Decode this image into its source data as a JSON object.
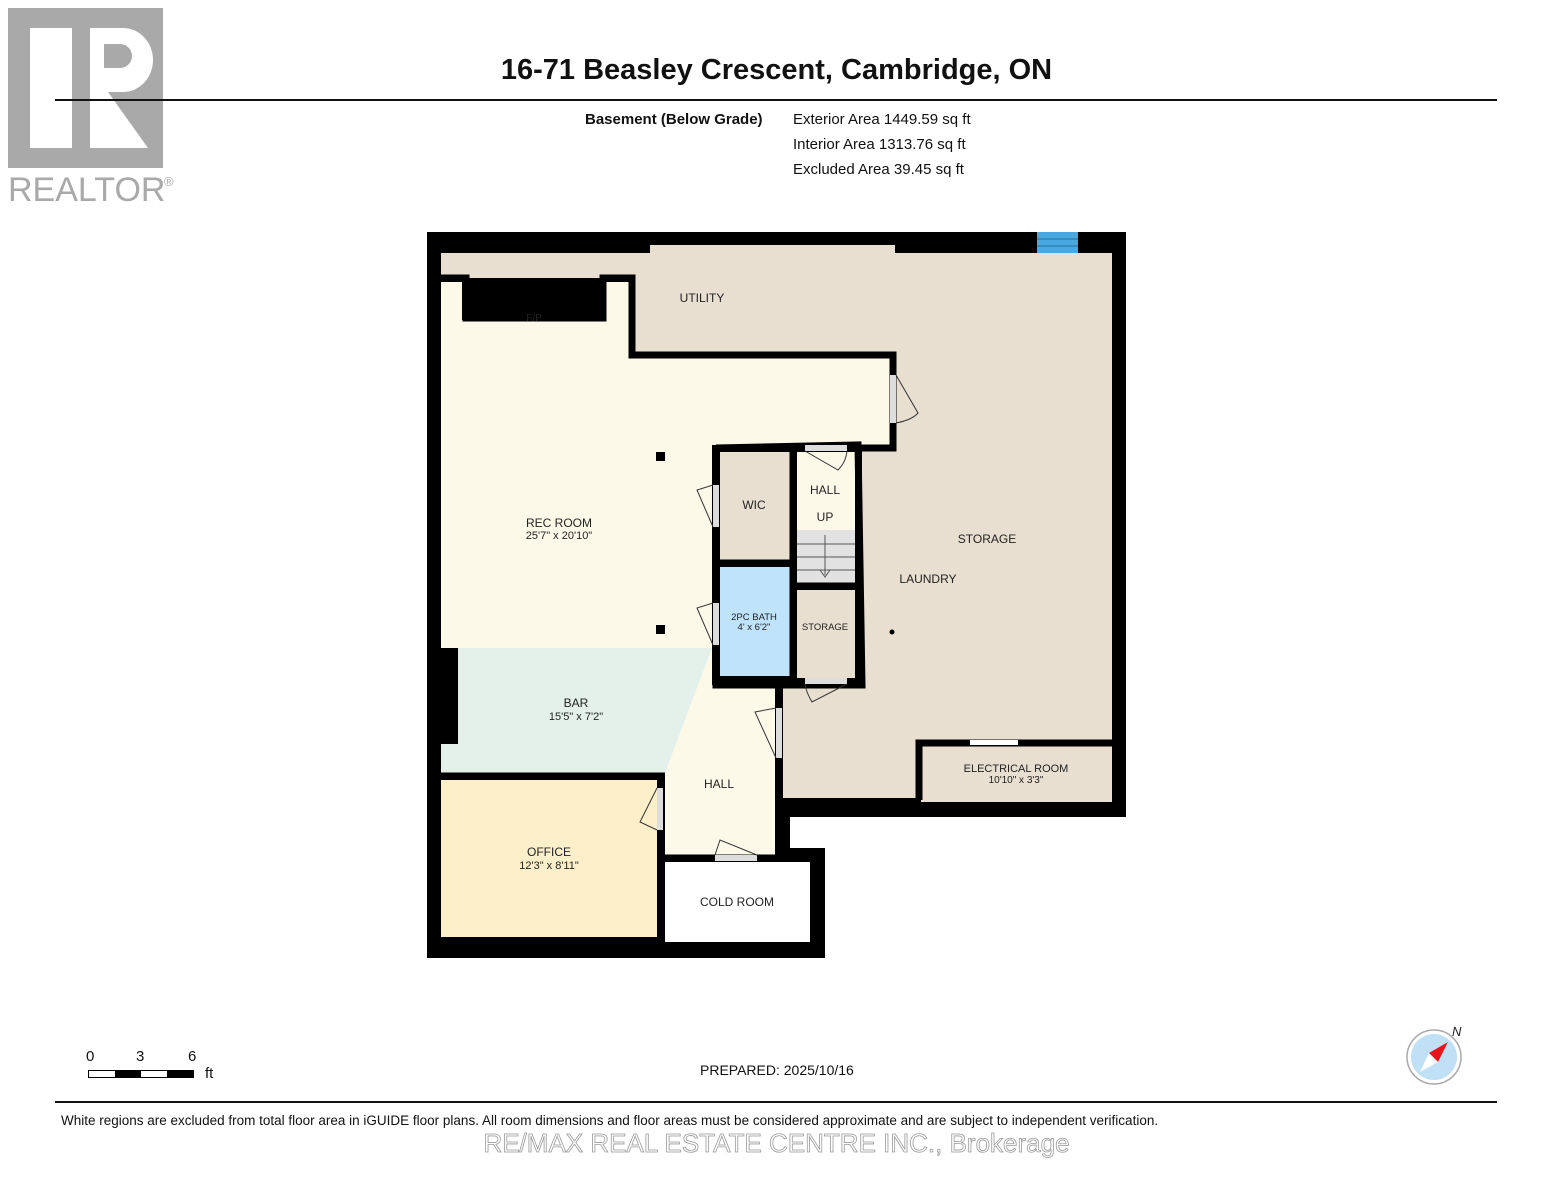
{
  "logo": {
    "text": "REALTOR",
    "registered": "®"
  },
  "header": {
    "title": "16-71 Beasley Crescent, Cambridge, ON"
  },
  "floor": {
    "label": "Basement (Below Grade)",
    "exterior_area": "Exterior Area 1449.59 sq ft",
    "interior_area": "Interior Area 1313.76 sq ft",
    "excluded_area": "Excluded Area 39.45 sq ft"
  },
  "rooms": {
    "utility": {
      "name": "UTILITY"
    },
    "fp": {
      "name": "F/P"
    },
    "rec_room": {
      "name": "REC ROOM",
      "dims": "25'7\" x 20'10\""
    },
    "wic": {
      "name": "WIC"
    },
    "hall_upper": {
      "name": "HALL"
    },
    "up": {
      "name": "UP"
    },
    "storage_main": {
      "name": "STORAGE"
    },
    "laundry": {
      "name": "LAUNDRY"
    },
    "bath": {
      "name": "2PC BATH",
      "dims": "4' x 6'2\""
    },
    "storage_small": {
      "name": "STORAGE"
    },
    "bar": {
      "name": "BAR",
      "dims": "15'5\" x 7'2\""
    },
    "hall_lower": {
      "name": "HALL"
    },
    "electrical": {
      "name": "ELECTRICAL ROOM",
      "dims": "10'10\" x 3'3\""
    },
    "office": {
      "name": "OFFICE",
      "dims": "12'3\" x 8'11\""
    },
    "cold_room": {
      "name": "COLD ROOM"
    }
  },
  "colors": {
    "wall": "#000000",
    "beige": "#e8dfd0",
    "cream": "#fdf9e8",
    "bar": "#e4f1ea",
    "office": "#fcefc9",
    "bath": "#bfe3fb",
    "window": "#4aa8e0",
    "stairs": "#e2e2e2"
  },
  "scale": {
    "ticks": [
      "0",
      "3",
      "6"
    ],
    "unit": "ft"
  },
  "compass": {
    "label": "N"
  },
  "footer": {
    "prepared": "PREPARED: 2025/10/16",
    "disclaimer": "White regions are excluded from total floor area in iGUIDE floor plans. All room dimensions and floor areas must be considered approximate and are subject to independent verification.",
    "watermark": "RE/MAX REAL ESTATE CENTRE INC., Brokerage"
  }
}
